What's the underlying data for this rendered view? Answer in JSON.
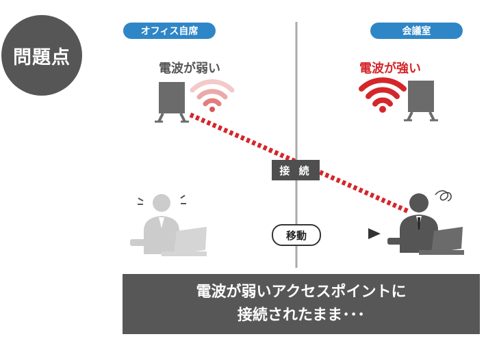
{
  "badge": {
    "label": "問題点"
  },
  "locations": {
    "left": "オフィス自席",
    "right": "会議室"
  },
  "signals": {
    "weak": "電波が弱い",
    "strong": "電波が強い"
  },
  "connection": {
    "label": "接 続"
  },
  "movement": {
    "label": "移動"
  },
  "caption": {
    "line1": "電波が弱いアクセスポイントに",
    "line2": "接続されたまま･･･"
  },
  "colors": {
    "badge": "#565656",
    "pill": "#2f86c7",
    "weak_signal": "#e69a9a",
    "strong_signal": "#d5262b",
    "dashed_link": "#d5262b",
    "caption_bg": "#575757"
  },
  "icons": [
    "access-point-icon",
    "wifi-weak-icon",
    "wifi-strong-icon",
    "person-laptop-icon",
    "confused-icon",
    "arrow-right-icon"
  ]
}
